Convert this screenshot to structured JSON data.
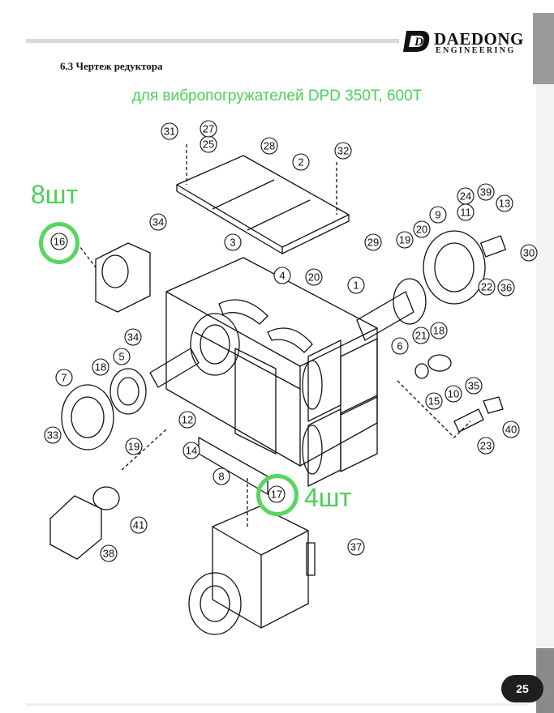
{
  "header": {
    "logo_name": "DAEDONG",
    "logo_sub": "ENGINEERING",
    "logo_mark": "D"
  },
  "section_title": "6.3 Чертеж редуктора",
  "caption": "для вибропогружателей DPD 350T, 600T",
  "annotations": {
    "left_qty": "8шт",
    "bottom_qty": "4шт"
  },
  "callouts": [
    "1",
    "2",
    "3",
    "4",
    "5",
    "6",
    "7",
    "8",
    "9",
    "10",
    "11",
    "12",
    "13",
    "14",
    "15",
    "16",
    "17",
    "18",
    "18",
    "19",
    "19",
    "20",
    "20",
    "21",
    "22",
    "23",
    "24",
    "25",
    "27",
    "28",
    "29",
    "30",
    "31",
    "32",
    "33",
    "34",
    "34",
    "35",
    "36",
    "37",
    "38",
    "39",
    "40",
    "41"
  ],
  "page_number": "25",
  "colors": {
    "highlight": "#4bd158",
    "line": "#111111",
    "badge": "#1e1e1e"
  }
}
